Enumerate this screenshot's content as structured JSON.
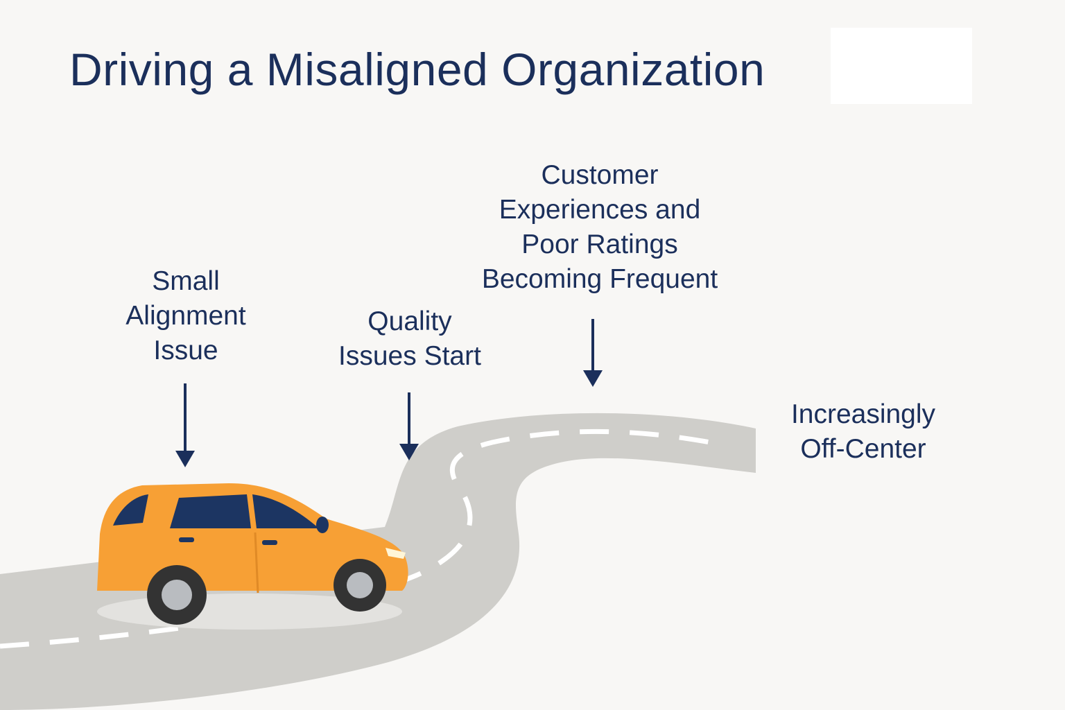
{
  "title": "Driving a Misaligned Organization",
  "stages": [
    {
      "lines": [
        "Small",
        "Alignment",
        "Issue"
      ]
    },
    {
      "lines": [
        "Quality",
        "Issues Start"
      ]
    },
    {
      "lines": [
        "Customer",
        "Experiences and",
        "Poor Ratings",
        "Becoming Frequent"
      ]
    },
    {
      "lines": [
        "Increasingly",
        "Off-Center"
      ]
    }
  ],
  "colors": {
    "background": "#f8f7f5",
    "text": "#1b2f5b",
    "road": "#cfceca",
    "road_dash": "#ffffff",
    "car_body": "#f7a035",
    "car_window": "#1c3562",
    "tire": "#333333",
    "hubcap": "#b9bcc0",
    "headlight": "#fff6d8"
  },
  "icons": [
    "down-arrow-icon",
    "car-icon"
  ]
}
